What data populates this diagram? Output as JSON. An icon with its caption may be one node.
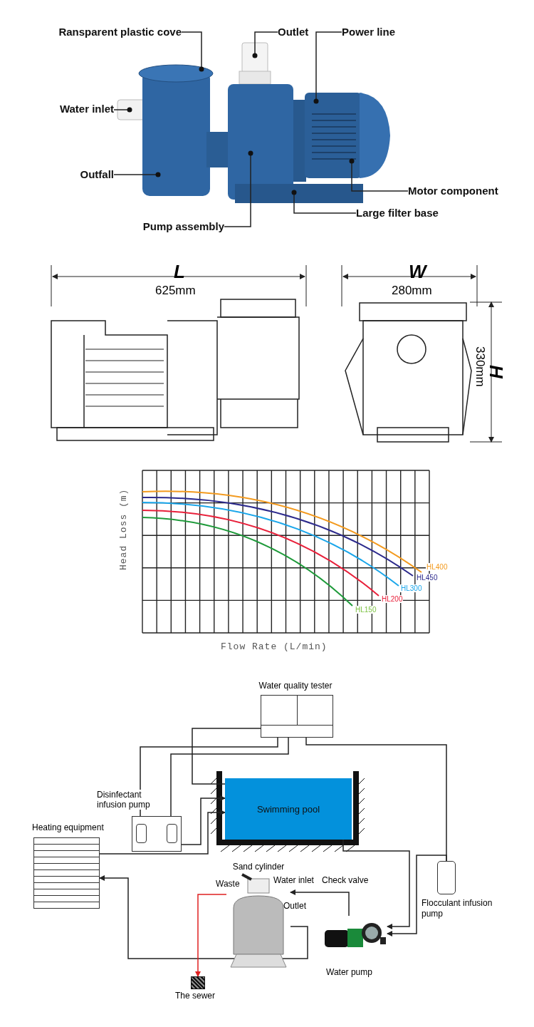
{
  "diagram": {
    "nodes": [
      {
        "text": [],
        "shape": "picture"
      },
      {
        "text": [
          "Ransparent plastic cove"
        ]
      },
      {
        "text": [
          "Outlet"
        ]
      },
      {
        "text": [
          "Power line"
        ]
      },
      {
        "text": [
          "Water inlet"
        ]
      },
      {
        "text": [
          "Outfall"
        ]
      },
      {
        "text": [
          "Motor component"
        ]
      },
      {
        "text": [
          "Large filter base"
        ]
      },
      {
        "text": [
          "Pump assembly"
        ]
      },
      {
        "text": [
          "Water quality tester"
        ]
      },
      {
        "text": [
          "Swimming pool"
        ]
      },
      {
        "text": [
          "Disinfectant infusion pump"
        ]
      },
      {
        "text": [],
        "shape": "cylinder",
        "in": 11
      },
      {
        "text": [],
        "shape": "cylinder",
        "in": 11
      },
      {
        "text": [
          "Heating equipment"
        ]
      },
      {
        "text": [
          "Sand cylinder"
        ]
      },
      {
        "text": [
          "Water pump"
        ]
      },
      {
        "text": [
          "Flocculant infusion pump"
        ]
      },
      {
        "text": [
          "The sewer"
        ]
      }
    ],
    "edges": [
      {
        "from": 1,
        "to": 0,
        "arrow": "other"
      },
      {
        "from": 2,
        "to": 0,
        "arrow": "other"
      },
      {
        "from": 3,
        "to": 0,
        "arrow": "other"
      },
      {
        "from": 4,
        "to": 0,
        "arrow": "other"
      },
      {
        "from": 5,
        "to": 0,
        "arrow": "other"
      },
      {
        "from": 6,
        "to": 0,
        "arrow": "other"
      },
      {
        "from": 7,
        "to": 0,
        "arrow": "other"
      },
      {
        "from": 8,
        "to": 0,
        "arrow": "other"
      },
      {
        "from": 9,
        "to": 10,
        "arrow": "none"
      },
      {
        "from": 9,
        "to": 12,
        "arrow": "none"
      },
      {
        "from": 9,
        "to": 13,
        "arrow": "none"
      },
      {
        "from": 9,
        "to": 17,
        "arrow": "none"
      },
      {
        "from": 10,
        "to": 16,
        "arrow": "to"
      },
      {
        "from": 17,
        "to": 16,
        "arrow": "to"
      },
      {
        "from": 16,
        "to": 15,
        "arrow": "to"
      },
      {
        "from": 15,
        "to": 14,
        "arrow": "to"
      },
      {
        "from": 14,
        "to": 10,
        "arrow": "to"
      },
      {
        "from": 11,
        "to": 10,
        "arrow": "to"
      },
      {
        "from": 15,
        "to": 18,
        "arrow": "to",
        "color": "#e02020"
      }
    ],
    "labels": [
      "L",
      "625mm",
      "W",
      "280mm",
      "H",
      "330mm",
      "Head Loss (m)",
      "HL400",
      "HL450",
      "HL300",
      "HL200",
      "HL150",
      "Flow Rate (L/min)",
      "Waste",
      "Water inlet",
      "Check valve",
      "Outlet"
    ]
  }
}
